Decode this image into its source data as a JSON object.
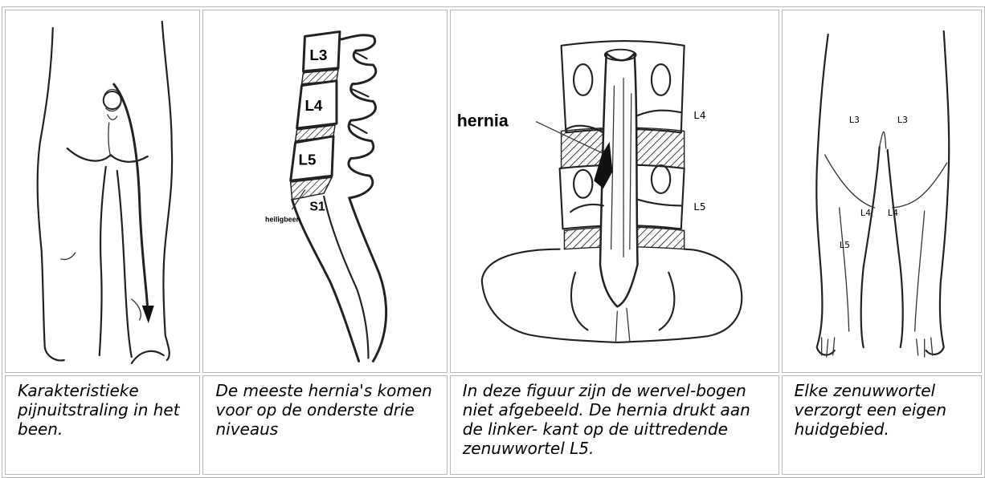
{
  "panels": [
    {
      "caption": "Karakteristieke pijnuitstraling in het been."
    },
    {
      "caption": "De meeste hernia's komen voor op de onderste drie niveaus",
      "labels": {
        "l3": "L3",
        "l4": "L4",
        "l5": "L5",
        "s1": "S1",
        "sacrum": "heiligbeen"
      }
    },
    {
      "caption": "In deze figuur zijn de wervel-bogen niet afgebeeld. De hernia drukt aan de linker- kant op de uittredende zenuwwortel L5.",
      "labels": {
        "hernia": "hernia",
        "l4": "L4",
        "l5": "L5"
      }
    },
    {
      "caption": "Elke zenuwwortel verzorgt een eigen huidgebied.",
      "labels": {
        "l3_left": "L3",
        "l3_right": "L3",
        "l4_left": "L4",
        "l4_right": "L4",
        "l5_left": "L5"
      }
    }
  ]
}
